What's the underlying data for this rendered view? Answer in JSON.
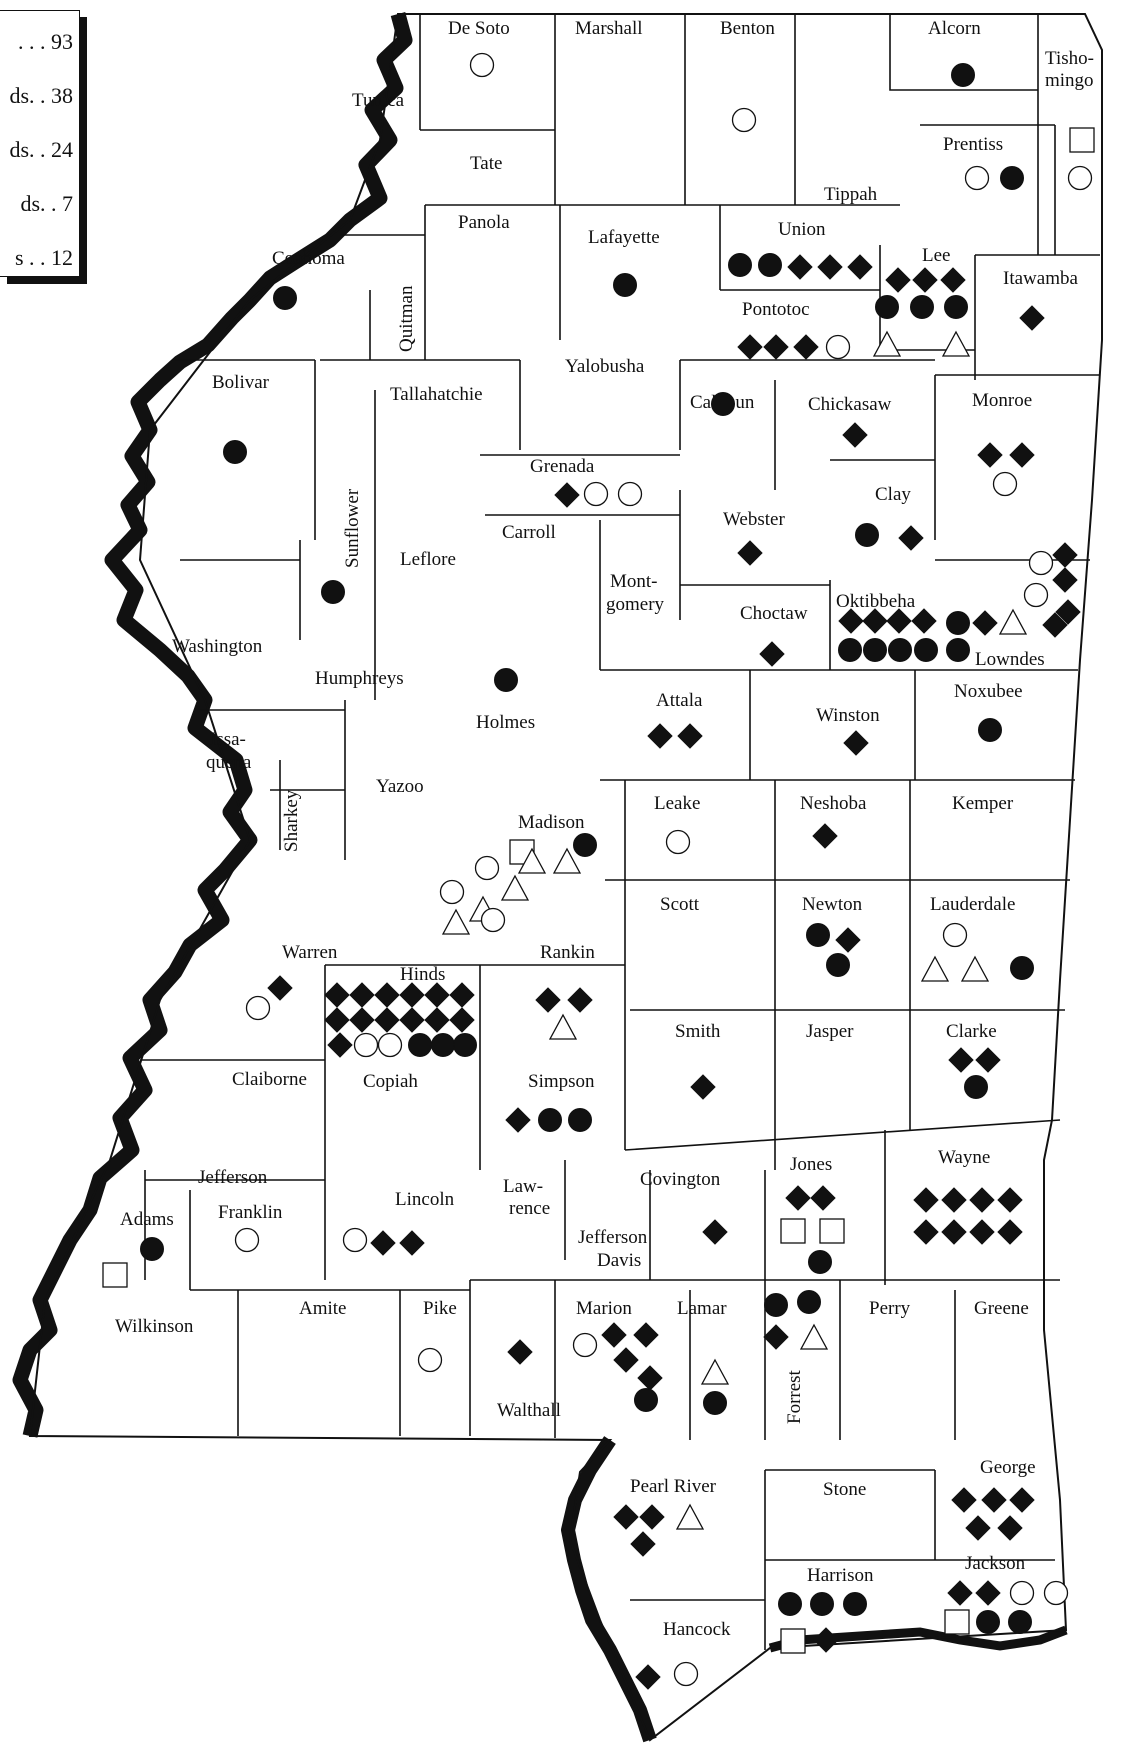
{
  "legend": {
    "line1": ". . . 93",
    "line2": "ds. . 38",
    "line3": "ds. . 24",
    "line4": "ds. .  7",
    "line5": "s . . 12"
  },
  "counties": {
    "desoto": "De Soto",
    "marshall": "Marshall",
    "benton": "Benton",
    "alcorn": "Alcorn",
    "tisho1": "Tisho-",
    "tisho2": "mingo",
    "tunica": "Tunica",
    "tate": "Tate",
    "prentiss": "Prentiss",
    "tippah": "Tippah",
    "panola": "Panola",
    "lafayette": "Lafayette",
    "union": "Union",
    "coahoma": "Coahoma",
    "quitman": "Quitman",
    "lee": "Lee",
    "itawamba": "Itawamba",
    "pontotoc": "Pontotoc",
    "yalobusha": "Yalobusha",
    "bolivar": "Bolivar",
    "tallahatchie": "Tallahatchie",
    "calhoun": "Calhoun",
    "chickasaw": "Chickasaw",
    "monroe": "Monroe",
    "grenada": "Grenada",
    "sunflower": "Sunflower",
    "clay": "Clay",
    "leflore": "Leflore",
    "carroll": "Carroll",
    "webster": "Webster",
    "mont1": "Mont-",
    "mont2": "gomery",
    "choctaw": "Choctaw",
    "oktibbeha": "Oktibbeha",
    "washington": "Washington",
    "lowndes": "Lowndes",
    "humphreys": "Humphreys",
    "holmes": "Holmes",
    "attala": "Attala",
    "noxubee": "Noxubee",
    "issa1": "Issa-",
    "issa2": "quena",
    "winston": "Winston",
    "yazoo": "Yazoo",
    "sharkey": "Sharkey",
    "madison": "Madison",
    "leake": "Leake",
    "neshoba": "Neshoba",
    "kemper": "Kemper",
    "scott": "Scott",
    "newton": "Newton",
    "lauderdale": "Lauderdale",
    "warren": "Warren",
    "hinds": "Hinds",
    "rankin": "Rankin",
    "smith": "Smith",
    "jasper": "Jasper",
    "clarke": "Clarke",
    "claiborne": "Claiborne",
    "copiah": "Copiah",
    "simpson": "Simpson",
    "wayne": "Wayne",
    "jones": "Jones",
    "jefferson": "Jefferson",
    "law1": "Law-",
    "law2": "rence",
    "covington": "Covington",
    "lincoln": "Lincoln",
    "franklin": "Franklin",
    "adams": "Adams",
    "jd1": "Jefferson",
    "jd2": "Davis",
    "wilkinson": "Wilkinson",
    "amite": "Amite",
    "pike": "Pike",
    "marion": "Marion",
    "lamar": "Lamar",
    "perry": "Perry",
    "greene": "Greene",
    "walthall": "Walthall",
    "forrest": "Forrest",
    "george": "George",
    "pearlriver": "Pearl River",
    "stone": "Stone",
    "harrison": "Harrison",
    "jackson": "Jackson",
    "hancock": "Hancock"
  },
  "symbol_types": [
    "filled-circle",
    "filled-diamond",
    "open-circle",
    "open-triangle",
    "open-square"
  ],
  "colors": {
    "ink": "#111111",
    "paper": "#ffffff"
  }
}
